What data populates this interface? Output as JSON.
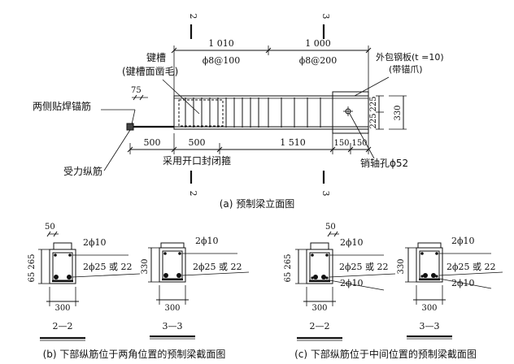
{
  "elevation": {
    "section_mark_left": "2",
    "section_mark_right": "3",
    "dim_1010": "1 010",
    "dim_1000": "1 000",
    "stirrup_left": "ϕ8@100",
    "stirrup_right": "ϕ8@200",
    "key_slot": "键槽",
    "key_slot_note": "(键槽面凿毛)",
    "steel_plate": "外包钢板(t =10)",
    "steel_plate_note": "(带锚爪)",
    "dim_75": "75",
    "weld_anchor": "两侧贴焊锚筋",
    "dim_225_a": "225",
    "dim_225_b": "225",
    "dim_330": "330",
    "dim_500_a": "500",
    "dim_500_b": "500",
    "dim_1510": "1 510",
    "dim_150_a": "150",
    "dim_150_b": "150",
    "long_bar": "受力纵筋",
    "open_stirrup": "采用开口封闭箍",
    "pin_hole": "销轴孔ϕ52",
    "caption": "(a) 预制梁立面图"
  },
  "sections": {
    "top_bars": "2ϕ10",
    "bottom_bars": "2ϕ25 或 22",
    "dim_50": "50",
    "dim_65_265": "65 265",
    "dim_330": "330",
    "dim_300": "300",
    "label_2": "2—2",
    "label_3": "3—3"
  },
  "captions": {
    "b": "(b) 下部纵筋位于两角位置的预制梁截面图",
    "c": "(c) 下部纵筋位于中间位置的预制梁截面图"
  }
}
